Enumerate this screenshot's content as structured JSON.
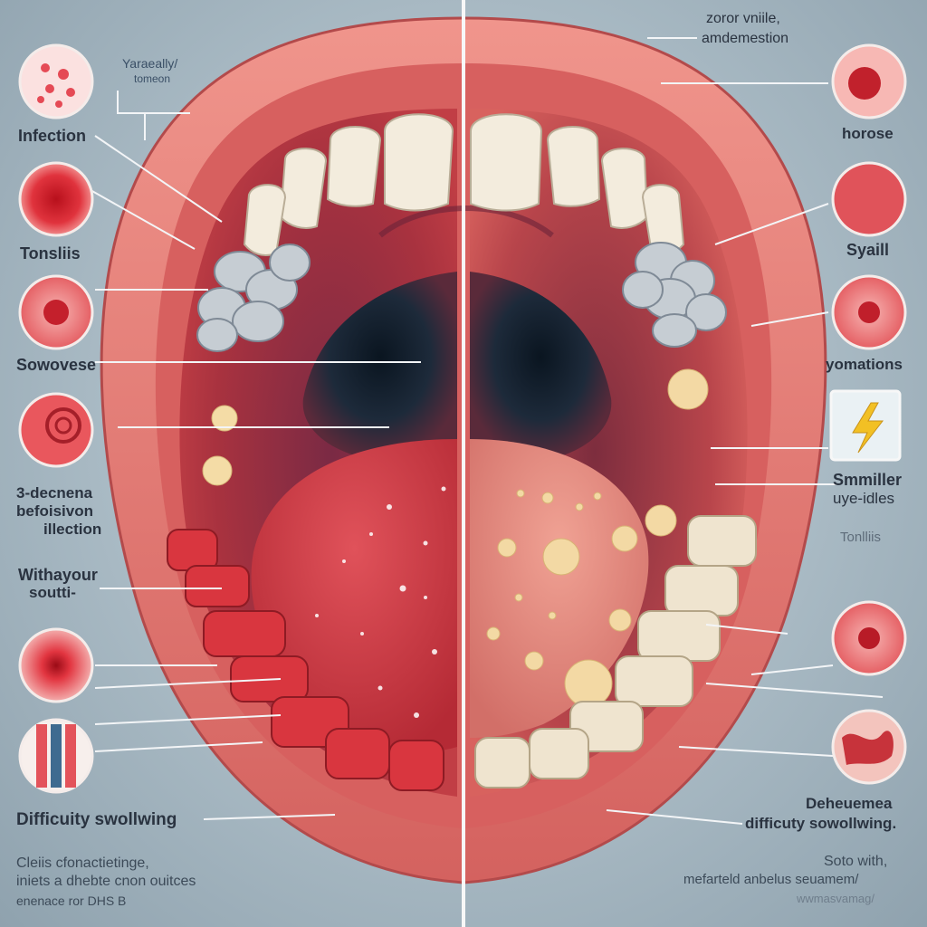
{
  "left_labels": {
    "top_note_line1": "Yaraeally/",
    "top_note_line2": "tomeon",
    "infection": "Infection",
    "tonsilis": "Tonsliis",
    "sowovese": "Sowovese",
    "decrease_line1": "3-decnena",
    "decrease_line2": "befoisivon",
    "decrease_line3": "illection",
    "withayour_line1": "Withayour",
    "withayour_line2": "soutti-",
    "difficulty": "Difficuity swollwing",
    "footer_line1": "Cleiis cfonactietinge,",
    "footer_line2": "iniets a dhebte cnon ouitces",
    "footer_line3": "enenace ror DHS B"
  },
  "right_labels": {
    "top_line1": "zoror vniile,",
    "top_line2": "amdemestion",
    "horose": "horose",
    "syaill": "Syaill",
    "yomations": "yomations",
    "smmiller_line1": "Smmiller",
    "smmiller_line2": "uye-idles",
    "tonsilis": "Tonlliis",
    "difficulty_line1": "Deheuemea",
    "difficulty_line2": "difficuty sowollwing.",
    "footer_line1": "Soto with,",
    "footer_line2": "mefarteld anbelus seuamem/",
    "footer_line3": "wwmasvamag/"
  },
  "colors": {
    "gum": "#e0726f",
    "lip": "#e7837c",
    "throat_dark": "#0b1620",
    "tongue_left": "#d9424a",
    "tongue_right": "#e98c7e",
    "pus": "#f3d9a4",
    "tooth": "#f1e8d6",
    "divider": "#f7f7f7",
    "lightning": "#f2c024"
  },
  "icons": [
    "lightning-icon"
  ]
}
